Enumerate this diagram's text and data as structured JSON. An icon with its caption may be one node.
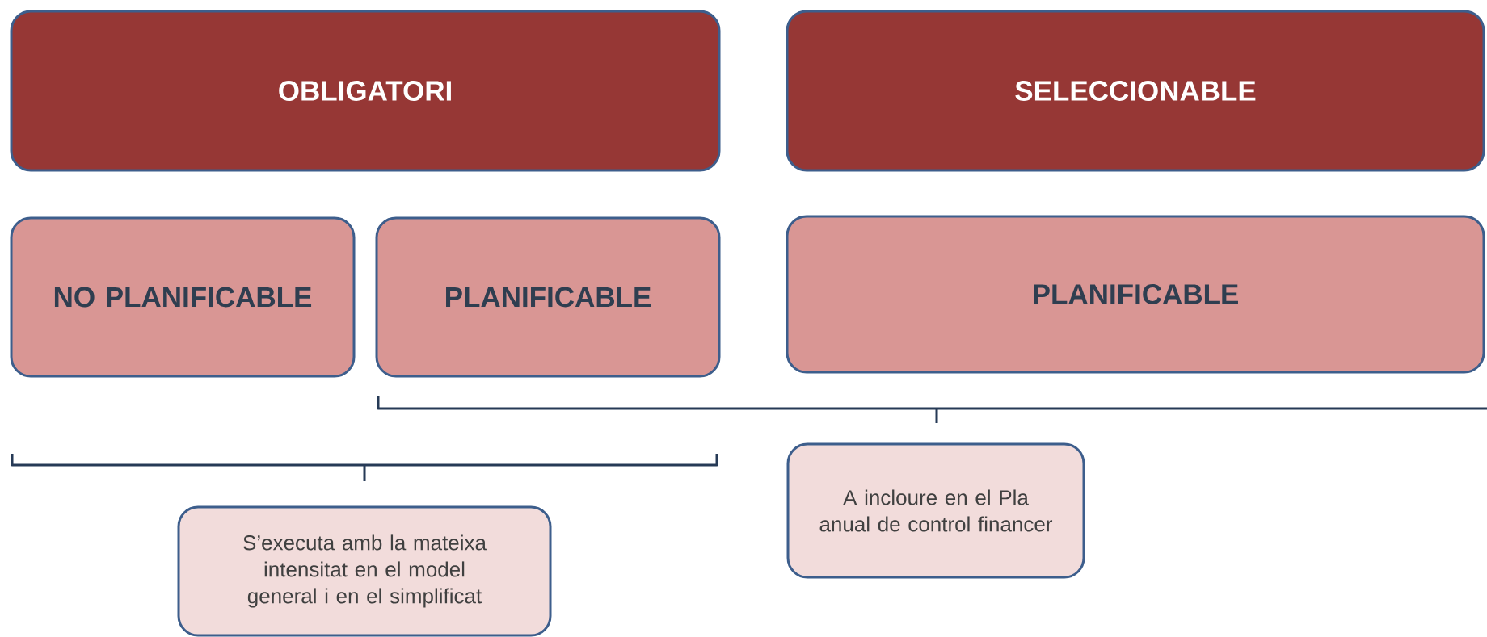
{
  "diagram": {
    "nodes": [
      {
        "text": [
          "OBLIGATORI"
        ]
      },
      {
        "text": [
          "SELECCIONABLE"
        ]
      },
      {
        "text": [
          "NO PLANIFICABLE"
        ]
      },
      {
        "text": [
          "PLANIFICABLE"
        ]
      },
      {
        "text": [
          "PLANIFICABLE"
        ]
      },
      {
        "text": [
          "S’executa amb la mateixa intensitat en el model general i en el simplificat"
        ]
      },
      {
        "text": [
          "A incloure en el Pla anual de control financer"
        ]
      }
    ]
  }
}
